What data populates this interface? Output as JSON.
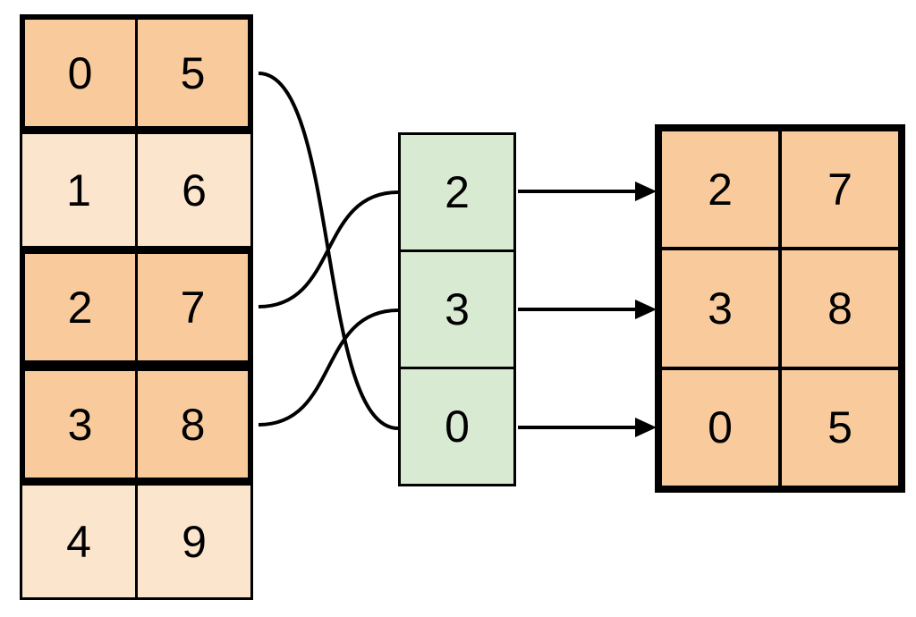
{
  "source_table": {
    "rows": [
      {
        "values": [
          "0",
          "5"
        ],
        "highlighted": true
      },
      {
        "values": [
          "1",
          "6"
        ],
        "highlighted": false
      },
      {
        "values": [
          "2",
          "7"
        ],
        "highlighted": true
      },
      {
        "values": [
          "3",
          "8"
        ],
        "highlighted": true
      },
      {
        "values": [
          "4",
          "9"
        ],
        "highlighted": false
      }
    ]
  },
  "index_column": {
    "values": [
      "2",
      "3",
      "0"
    ]
  },
  "result_table": {
    "rows": [
      {
        "values": [
          "2",
          "7"
        ]
      },
      {
        "values": [
          "3",
          "8"
        ]
      },
      {
        "values": [
          "0",
          "5"
        ]
      }
    ]
  },
  "connections": {
    "curves": [
      {
        "from": "source-row-0",
        "to": "index-cell-value-0"
      },
      {
        "from": "source-row-2",
        "to": "index-cell-value-2"
      },
      {
        "from": "source-row-3",
        "to": "index-cell-value-3"
      }
    ],
    "arrows": [
      {
        "from": "index-cell-value-2",
        "to": "result-row-0"
      },
      {
        "from": "index-cell-value-3",
        "to": "result-row-1"
      },
      {
        "from": "index-cell-value-0",
        "to": "result-row-2"
      }
    ]
  },
  "colors": {
    "highlight_fill": "#F9CB9C",
    "muted_fill": "#FCE5CD",
    "index_fill": "#D9EAD3",
    "line": "#000000",
    "background": "#FFFFFF"
  }
}
